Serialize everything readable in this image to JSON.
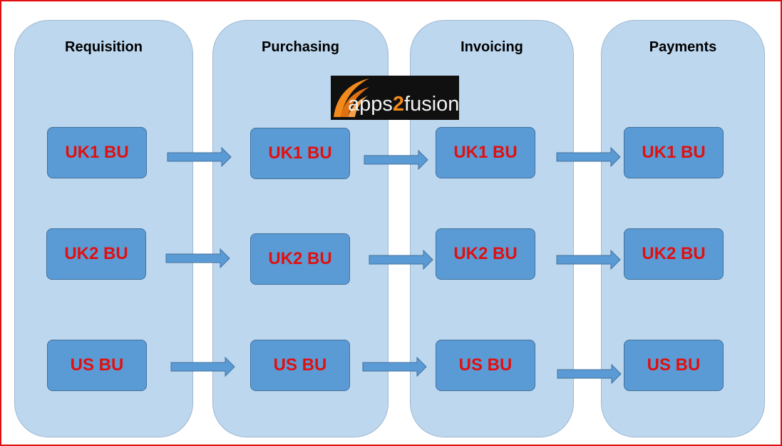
{
  "lanes": [
    {
      "title": "Requisition"
    },
    {
      "title": "Purchasing"
    },
    {
      "title": "Invoicing"
    },
    {
      "title": "Payments"
    }
  ],
  "rows": [
    "UK1 BU",
    "UK2 BU",
    "US BU"
  ],
  "logo": {
    "prefix": "apps",
    "highlight": "2",
    "suffix": "fusion"
  },
  "colors": {
    "frame_border": "#e01010",
    "lane_fill": "#bdd7ee",
    "box_fill": "#5b9bd5",
    "box_text": "#e01010",
    "arrow_fill": "#5b9bd5",
    "logo_accent": "#f28a1b"
  }
}
